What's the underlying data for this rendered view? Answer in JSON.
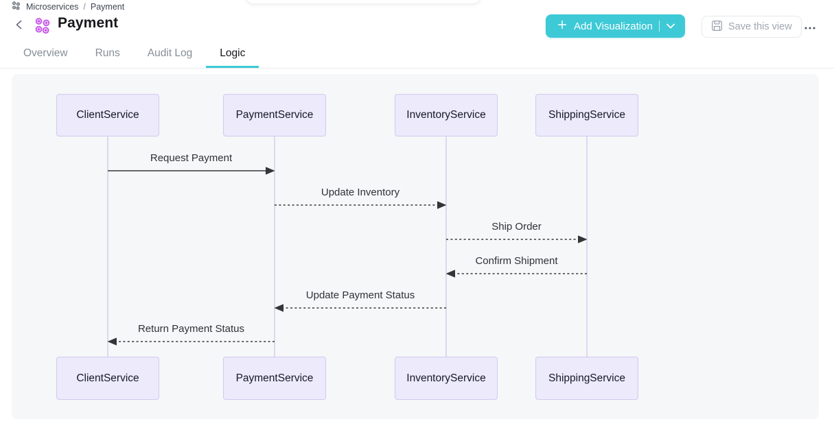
{
  "breadcrumb": {
    "root": "Microservices",
    "separator": "/",
    "current": "Payment"
  },
  "header": {
    "title": "Payment",
    "buttons": {
      "add_visualization": "Add Visualization",
      "save_view": "Save this view"
    }
  },
  "tabs": {
    "items": [
      {
        "label": "Overview",
        "active": false
      },
      {
        "label": "Runs",
        "active": false
      },
      {
        "label": "Audit Log",
        "active": false
      },
      {
        "label": "Logic",
        "active": true
      }
    ]
  },
  "icons": {
    "app": "cluster-icon",
    "back": "chevron-left-icon",
    "add": "plus-icon",
    "dropdown": "chevron-down-icon",
    "save": "floppy-icon",
    "more": "ellipsis-icon"
  },
  "colors": {
    "accent_teal": "#3EC9D6",
    "icon_purple": "#C558E8",
    "panel_bg": "#F6F7F9",
    "actor_fill": "#ECEAFB",
    "actor_border": "#D2C9F0",
    "lifeline": "#D9D1EE",
    "message": "#333639"
  },
  "diagram": {
    "type": "sequence",
    "actors": [
      "ClientService",
      "PaymentService",
      "InventoryService",
      "ShippingService"
    ],
    "messages": [
      {
        "from": "ClientService",
        "to": "PaymentService",
        "label": "Request Payment",
        "line": "solid"
      },
      {
        "from": "PaymentService",
        "to": "InventoryService",
        "label": "Update Inventory",
        "line": "dashed"
      },
      {
        "from": "InventoryService",
        "to": "ShippingService",
        "label": "Ship Order",
        "line": "dashed"
      },
      {
        "from": "ShippingService",
        "to": "InventoryService",
        "label": "Confirm Shipment",
        "line": "dashed"
      },
      {
        "from": "InventoryService",
        "to": "PaymentService",
        "label": "Update Payment Status",
        "line": "dashed"
      },
      {
        "from": "PaymentService",
        "to": "ClientService",
        "label": "Return Payment Status",
        "line": "dashed"
      }
    ]
  }
}
